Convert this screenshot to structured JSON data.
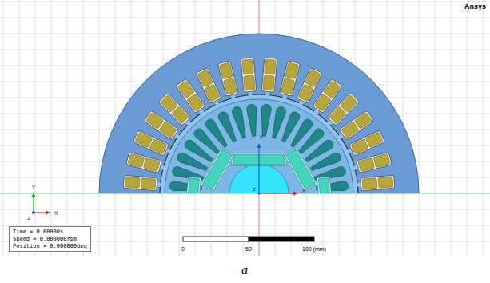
{
  "diagram": {
    "caption": "a",
    "nodes": [
      {
        "text": [
          "Time = 0.00000s",
          "Speed = 0.000000rpm",
          "Position = 0.000000deg"
        ]
      }
    ],
    "labels": [
      "Ansys",
      "Y",
      "X",
      "Z",
      "Y",
      "X",
      "Z",
      "0",
      "50",
      "100 (mm)"
    ]
  }
}
